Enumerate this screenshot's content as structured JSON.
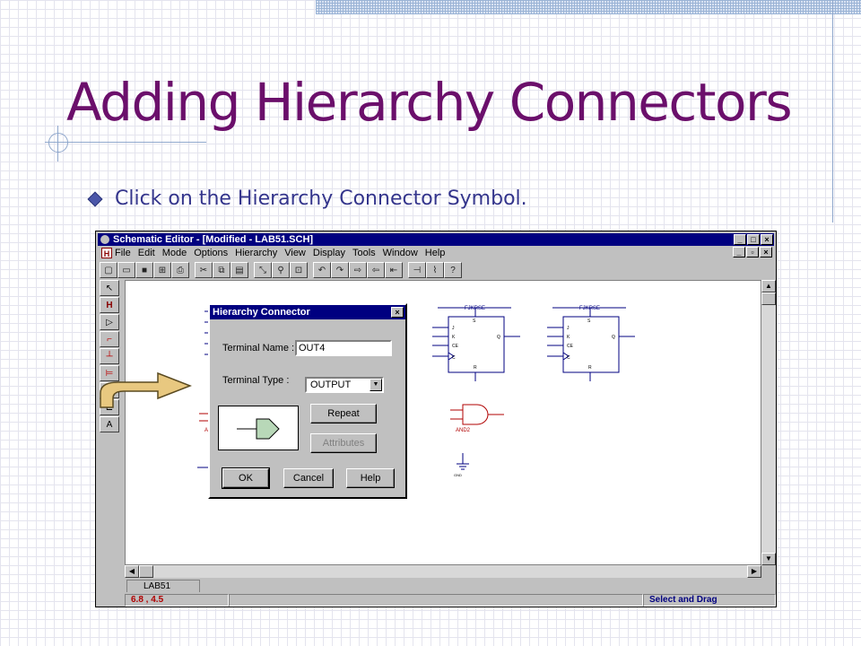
{
  "slide": {
    "title": "Adding Hierarchy Connectors",
    "bullet": "Click on the Hierarchy Connector Symbol."
  },
  "app": {
    "title": "Schematic Editor - [Modified - LAB51.SCH]",
    "menu": [
      "File",
      "Edit",
      "Mode",
      "Options",
      "Hierarchy",
      "View",
      "Display",
      "Tools",
      "Window",
      "Help"
    ],
    "sheet_tab": "LAB51",
    "status_coords": "6.8 ,   4.5",
    "status_mode": "Select and Drag"
  },
  "schematic": {
    "ff1_label": "FJKRSE",
    "ff2_label": "FJKRSE",
    "and_label": "AND2",
    "gnd_label": "GND",
    "partial_label": "A",
    "pins": [
      "J",
      "K",
      "CE",
      "C",
      "S",
      "R",
      "Q"
    ]
  },
  "dialog": {
    "title": "Hierarchy Connector",
    "name_label": "Terminal Name :",
    "name_value": "OUT4",
    "type_label": "Terminal Type :",
    "type_value": "OUTPUT",
    "repeat": "Repeat",
    "attributes": "Attributes",
    "ok": "OK",
    "cancel": "Cancel",
    "help": "Help"
  },
  "colors": {
    "title": "#6b0f6b",
    "bullet_text": "#34358c",
    "titlebar": "#000080",
    "schematic_wire": "#000080",
    "gate_red": "#b00000",
    "preview_fill": "#b8d8b8"
  }
}
